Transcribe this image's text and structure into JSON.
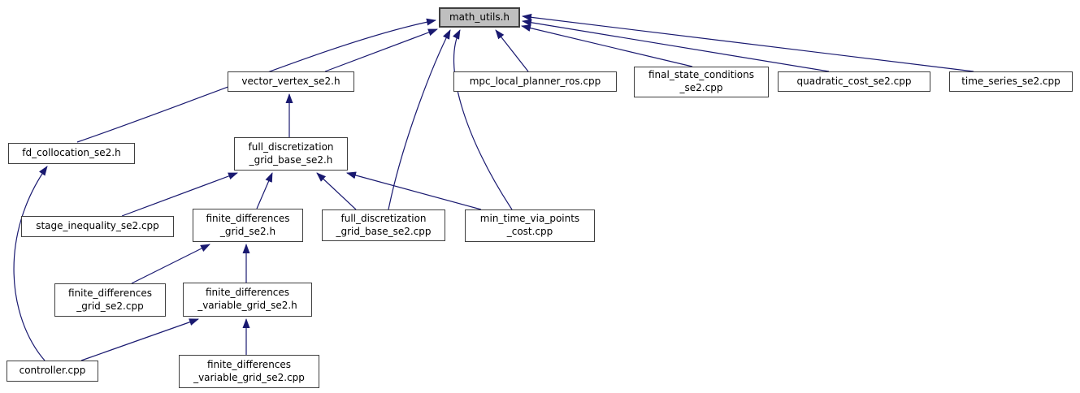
{
  "diagram": {
    "type": "include-dependency-graph",
    "title": "math_utils.h included-by graph",
    "root": "math_utils.h",
    "colors": {
      "edge": "#191970",
      "root_fill": "#bfbfbf",
      "node_fill": "#ffffff",
      "border": "#3f3f3f",
      "background": "#ffffff"
    },
    "nodes": [
      {
        "id": "math_utils_h",
        "label": "math_utils.h"
      },
      {
        "id": "vector_vertex_se2_h",
        "label": "vector_vertex_se2.h"
      },
      {
        "id": "mpc_local_planner_ros_cpp",
        "label": "mpc_local_planner_ros.cpp"
      },
      {
        "id": "final_state_conditions_se2_cpp",
        "label": "final_state_conditions\n_se2.cpp"
      },
      {
        "id": "quadratic_cost_se2_cpp",
        "label": "quadratic_cost_se2.cpp"
      },
      {
        "id": "time_series_se2_cpp",
        "label": "time_series_se2.cpp"
      },
      {
        "id": "fd_collocation_se2_h",
        "label": "fd_collocation_se2.h"
      },
      {
        "id": "full_discretization_grid_base_se2_h",
        "label": "full_discretization\n_grid_base_se2.h"
      },
      {
        "id": "stage_inequality_se2_cpp",
        "label": "stage_inequality_se2.cpp"
      },
      {
        "id": "finite_differences_grid_se2_h",
        "label": "finite_differences\n_grid_se2.h"
      },
      {
        "id": "full_discretization_grid_base_se2_cpp",
        "label": "full_discretization\n_grid_base_se2.cpp"
      },
      {
        "id": "min_time_via_points_cost_cpp",
        "label": "min_time_via_points\n_cost.cpp"
      },
      {
        "id": "finite_differences_grid_se2_cpp",
        "label": "finite_differences\n_grid_se2.cpp"
      },
      {
        "id": "finite_differences_variable_grid_se2_h",
        "label": "finite_differences\n_variable_grid_se2.h"
      },
      {
        "id": "controller_cpp",
        "label": "controller.cpp"
      },
      {
        "id": "finite_differences_variable_grid_se2_cpp",
        "label": "finite_differences\n_variable_grid_se2.cpp"
      }
    ],
    "edges": [
      {
        "from": "vector_vertex_se2_h",
        "to": "math_utils_h"
      },
      {
        "from": "fd_collocation_se2_h",
        "to": "math_utils_h"
      },
      {
        "from": "mpc_local_planner_ros_cpp",
        "to": "math_utils_h"
      },
      {
        "from": "final_state_conditions_se2_cpp",
        "to": "math_utils_h"
      },
      {
        "from": "quadratic_cost_se2_cpp",
        "to": "math_utils_h"
      },
      {
        "from": "time_series_se2_cpp",
        "to": "math_utils_h"
      },
      {
        "from": "full_discretization_grid_base_se2_cpp",
        "to": "math_utils_h"
      },
      {
        "from": "min_time_via_points_cost_cpp",
        "to": "math_utils_h"
      },
      {
        "from": "full_discretization_grid_base_se2_h",
        "to": "vector_vertex_se2_h"
      },
      {
        "from": "stage_inequality_se2_cpp",
        "to": "full_discretization_grid_base_se2_h"
      },
      {
        "from": "finite_differences_grid_se2_h",
        "to": "full_discretization_grid_base_se2_h"
      },
      {
        "from": "full_discretization_grid_base_se2_cpp",
        "to": "full_discretization_grid_base_se2_h"
      },
      {
        "from": "min_time_via_points_cost_cpp",
        "to": "full_discretization_grid_base_se2_h"
      },
      {
        "from": "finite_differences_grid_se2_cpp",
        "to": "finite_differences_grid_se2_h"
      },
      {
        "from": "finite_differences_variable_grid_se2_h",
        "to": "finite_differences_grid_se2_h"
      },
      {
        "from": "controller_cpp",
        "to": "fd_collocation_se2_h"
      },
      {
        "from": "controller_cpp",
        "to": "finite_differences_variable_grid_se2_h"
      },
      {
        "from": "finite_differences_variable_grid_se2_cpp",
        "to": "finite_differences_variable_grid_se2_h"
      }
    ]
  }
}
